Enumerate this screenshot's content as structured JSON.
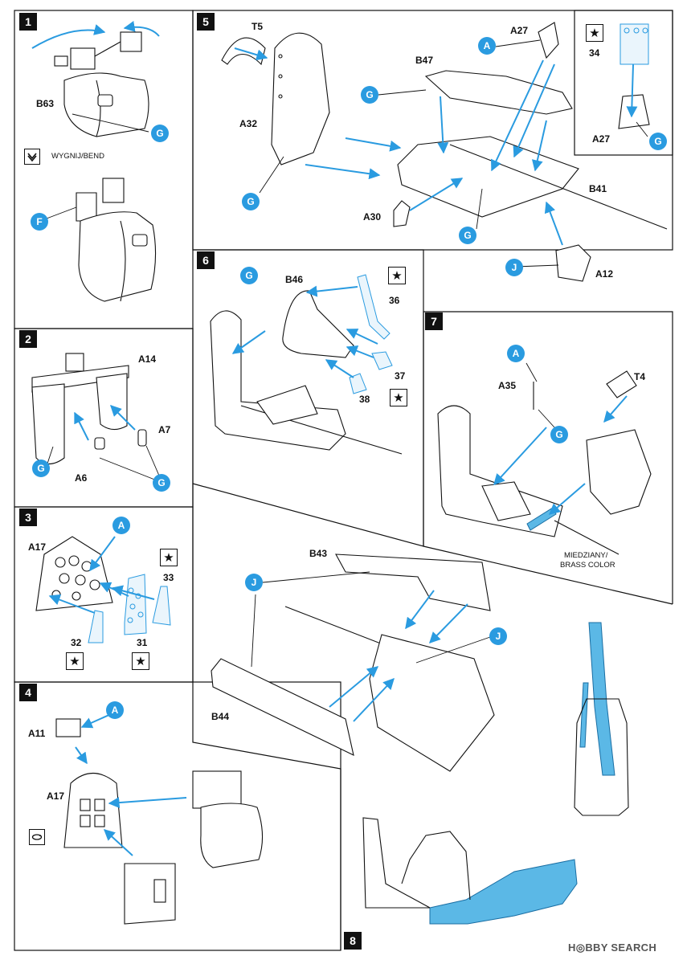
{
  "steps": {
    "s1": {
      "num": "1",
      "bend_note": "WYGNIJ/BEND",
      "parts": {
        "b63": "B63"
      },
      "badges": {
        "g": "G",
        "f": "F"
      }
    },
    "s2": {
      "num": "2",
      "parts": {
        "a14": "A14",
        "a7": "A7",
        "a6": "A6"
      },
      "badges": {
        "g1": "G",
        "g2": "G"
      }
    },
    "s3": {
      "num": "3",
      "parts": {
        "a17": "A17",
        "p33": "33",
        "p32": "32",
        "p31": "31"
      },
      "badges": {
        "a": "A"
      }
    },
    "s4": {
      "num": "4",
      "parts": {
        "a11": "A11",
        "a17": "A17"
      },
      "badges": {
        "a": "A"
      }
    },
    "s5": {
      "num": "5",
      "parts": {
        "t5": "T5",
        "a32": "A32",
        "b47": "B47",
        "a27": "A27",
        "b41": "B41",
        "a30": "A30",
        "a12": "A12",
        "p34": "34",
        "a27b": "A27"
      },
      "badges": {
        "a": "A",
        "g1": "G",
        "g2": "G",
        "g3": "G",
        "j": "J",
        "g4": "G"
      }
    },
    "s6": {
      "num": "6",
      "parts": {
        "b46": "B46",
        "p36": "36",
        "p37": "37",
        "p38": "38"
      },
      "badges": {
        "g": "G"
      }
    },
    "s7": {
      "num": "7",
      "parts": {
        "a35": "A35",
        "t4": "T4"
      },
      "badges": {
        "a": "A",
        "g": "G"
      },
      "color_note": [
        "MIEDZIANY/",
        "BRASS COLOR"
      ]
    },
    "s8": {
      "num": "8",
      "parts": {
        "b43": "B43",
        "b44": "B44"
      },
      "badges": {
        "j1": "J",
        "j2": "J"
      }
    }
  },
  "icons": {
    "star": "★",
    "rotate": "rotate-icon",
    "bend": "bend-icon"
  },
  "watermark": "H◎BBY SEARCH",
  "colors": {
    "accent": "#2a9be0",
    "highlight": "#5bb8e6",
    "line": "#111111"
  }
}
